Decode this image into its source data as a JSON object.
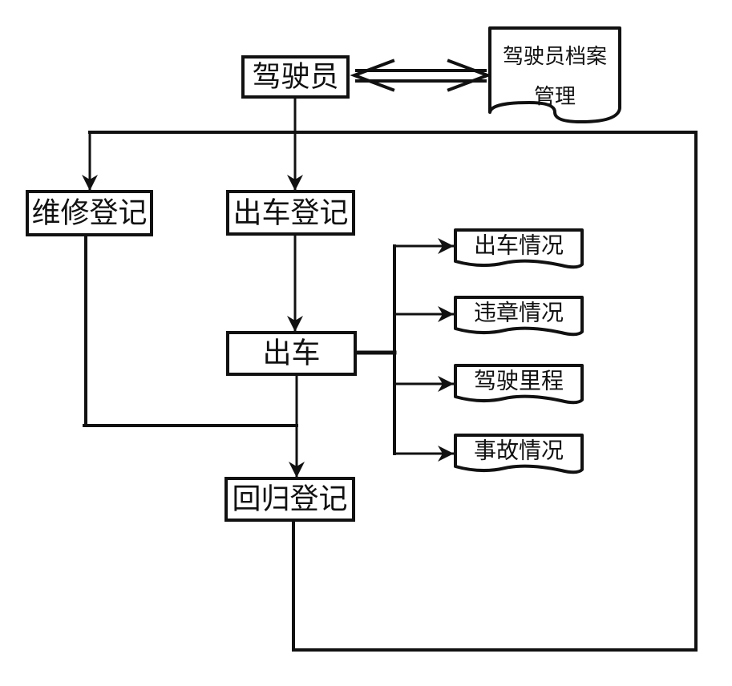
{
  "nodes": {
    "driver": "驾驶员",
    "driver_archive_line1": "驾驶员档案",
    "driver_archive_line2": "管理",
    "repair_registration": "维修登记",
    "departure_registration": "出车登记",
    "departure": "出车",
    "return_registration": "回归登记"
  },
  "documents": {
    "departure_status": "出车情况",
    "violation_status": "违章情况",
    "driving_mileage": "驾驶里程",
    "accident_status": "事故情况"
  }
}
